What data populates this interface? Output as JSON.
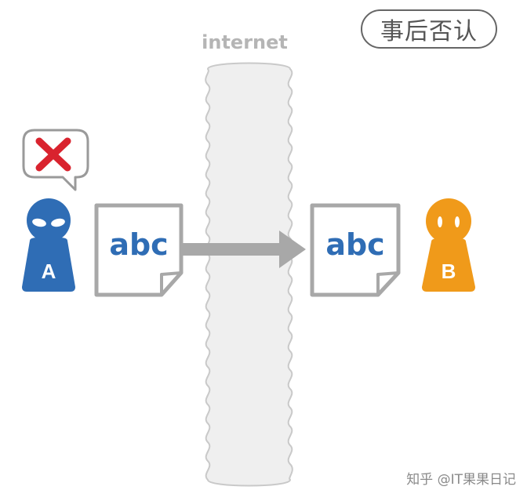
{
  "title": "事后否认",
  "network": {
    "label": "internet"
  },
  "sender": {
    "letter": "A",
    "speech_icon": "red-x-icon"
  },
  "receiver": {
    "letter": "B"
  },
  "message_sent": "abc",
  "message_received": "abc",
  "watermark": "知乎 @IT果果日记",
  "colors": {
    "sender": "#2f6db5",
    "receiver": "#f09a1a",
    "deny_mark": "#d9232e",
    "document_border": "#a8a8a8",
    "internet_band": "#efefef",
    "arrow": "#a8a8a8"
  }
}
